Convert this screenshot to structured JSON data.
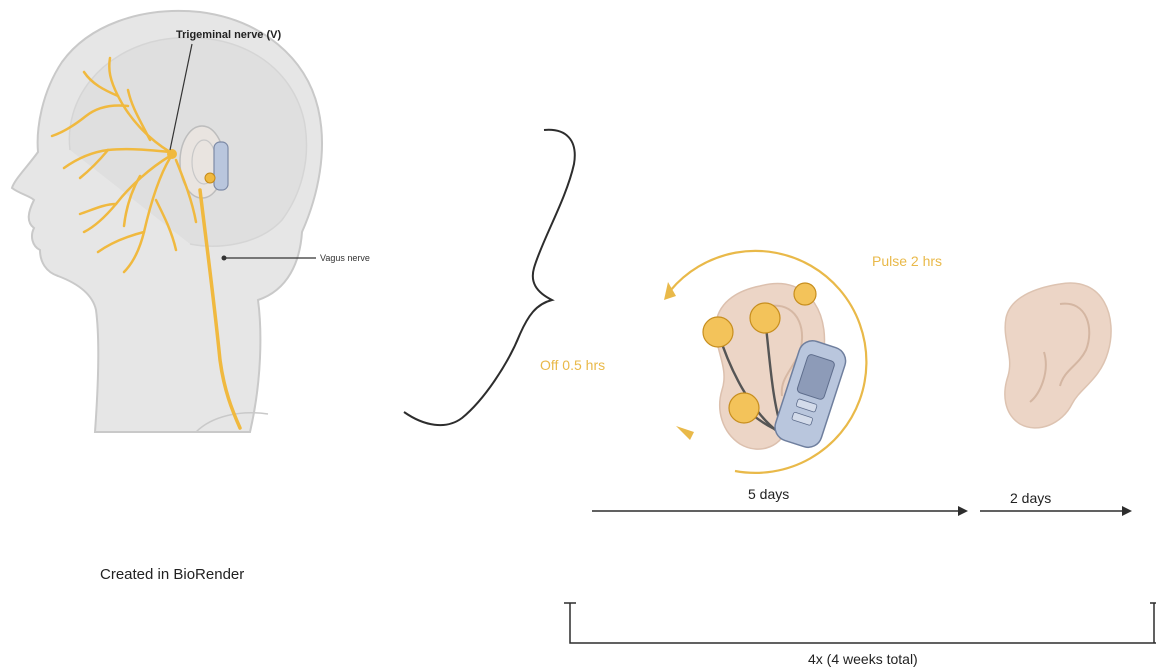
{
  "labels": {
    "trigeminal": "Trigeminal nerve (V)",
    "vagus": "Vagus nerve",
    "pulse": "Pulse 2 hrs",
    "off": "Off 0.5 hrs",
    "days_on": "5 days",
    "days_off": "2 days",
    "repeat": "4x (4 weeks total)",
    "credit": "Created in BioRender"
  },
  "colors": {
    "nerve": "#f0b93f",
    "cycle": "#e9b949",
    "skin": "#ecd5c6",
    "head": "#e6e6e6",
    "device": "#b9c6dd",
    "line": "#2d2d2d"
  }
}
